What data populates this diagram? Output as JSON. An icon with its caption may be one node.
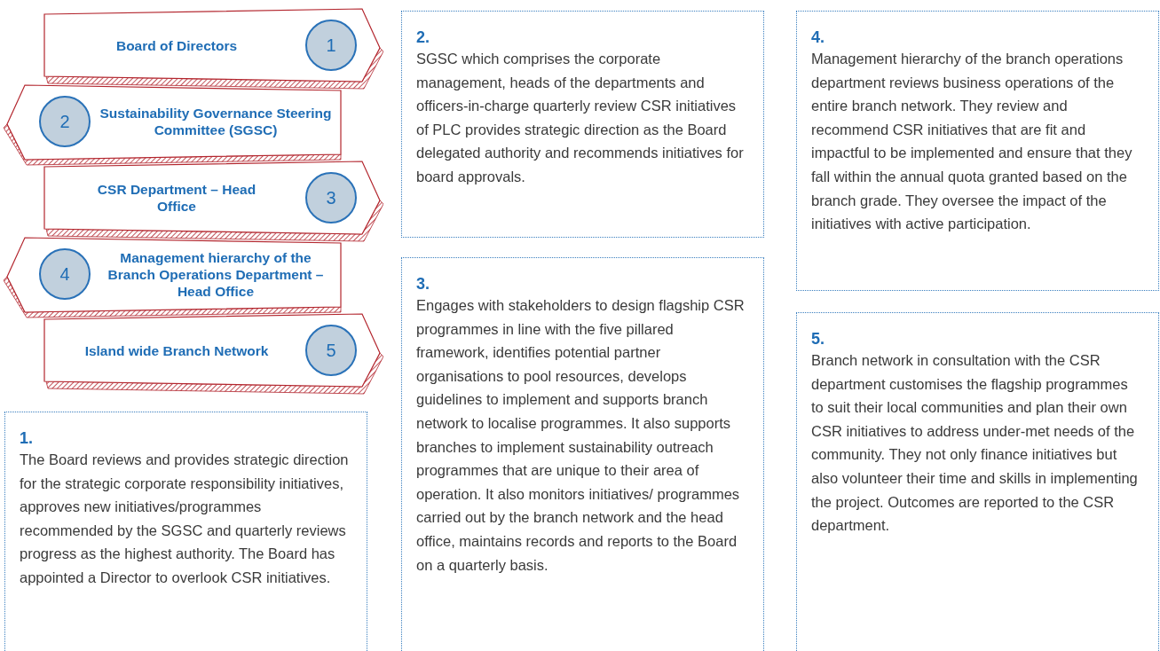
{
  "diagram": {
    "nodes": [
      {
        "text": [
          "Board of Directors",
          "1"
        ]
      },
      {
        "text": [
          "2",
          "Sustainability Governance Steering Committee (SGSC)"
        ]
      },
      {
        "text": [
          "CSR Department – Head Office",
          "3"
        ]
      },
      {
        "text": [
          "4",
          "Management hierarchy of the Branch Operations Department – Head Office"
        ]
      },
      {
        "text": [
          "Island wide Branch Network",
          "5"
        ]
      },
      {
        "text": [
          "1.",
          "The Board reviews and provides strategic direction for the strategic corporate responsibility initiatives, approves new initiatives/programmes recommended by the SGSC and quarterly reviews progress as the highest authority. The Board has appointed a Director to overlook CSR initiatives."
        ]
      },
      {
        "text": [
          "2.",
          "SGSC which comprises the corporate management, heads of the departments and officers-in-charge quarterly review CSR initiatives of PLC provides strategic direction as the Board delegated authority and recommends initiatives for board approvals."
        ]
      },
      {
        "text": [
          "3.",
          "Engages with stakeholders to design flagship CSR programmes in line with the five pillared framework, identifies potential partner organisations to pool resources, develops guidelines to implement and supports branch network to localise programmes. It also supports branches to implement sustainability outreach programmes that are unique to their area of operation. It also monitors initiatives/ programmes carried out by the branch network and the head office, maintains records and reports to the Board on a quarterly basis."
        ]
      },
      {
        "text": [
          "4.",
          "Management hierarchy of the branch operations department reviews business operations of the entire branch network. They review and recommend CSR initiatives that are fit and impactful to be implemented and ensure that they fall within the annual quota granted based on the branch grade. They oversee the impact of the initiatives with active participation."
        ]
      },
      {
        "text": [
          "5.",
          "Branch network in consultation with the CSR department customises the flagship programmes to suit their local communities and plan their own CSR initiatives to address under-met needs of the community. They not only finance initiatives but also volunteer their time and skills in implementing the project. Outcomes are reported to the CSR department."
        ]
      }
    ]
  }
}
